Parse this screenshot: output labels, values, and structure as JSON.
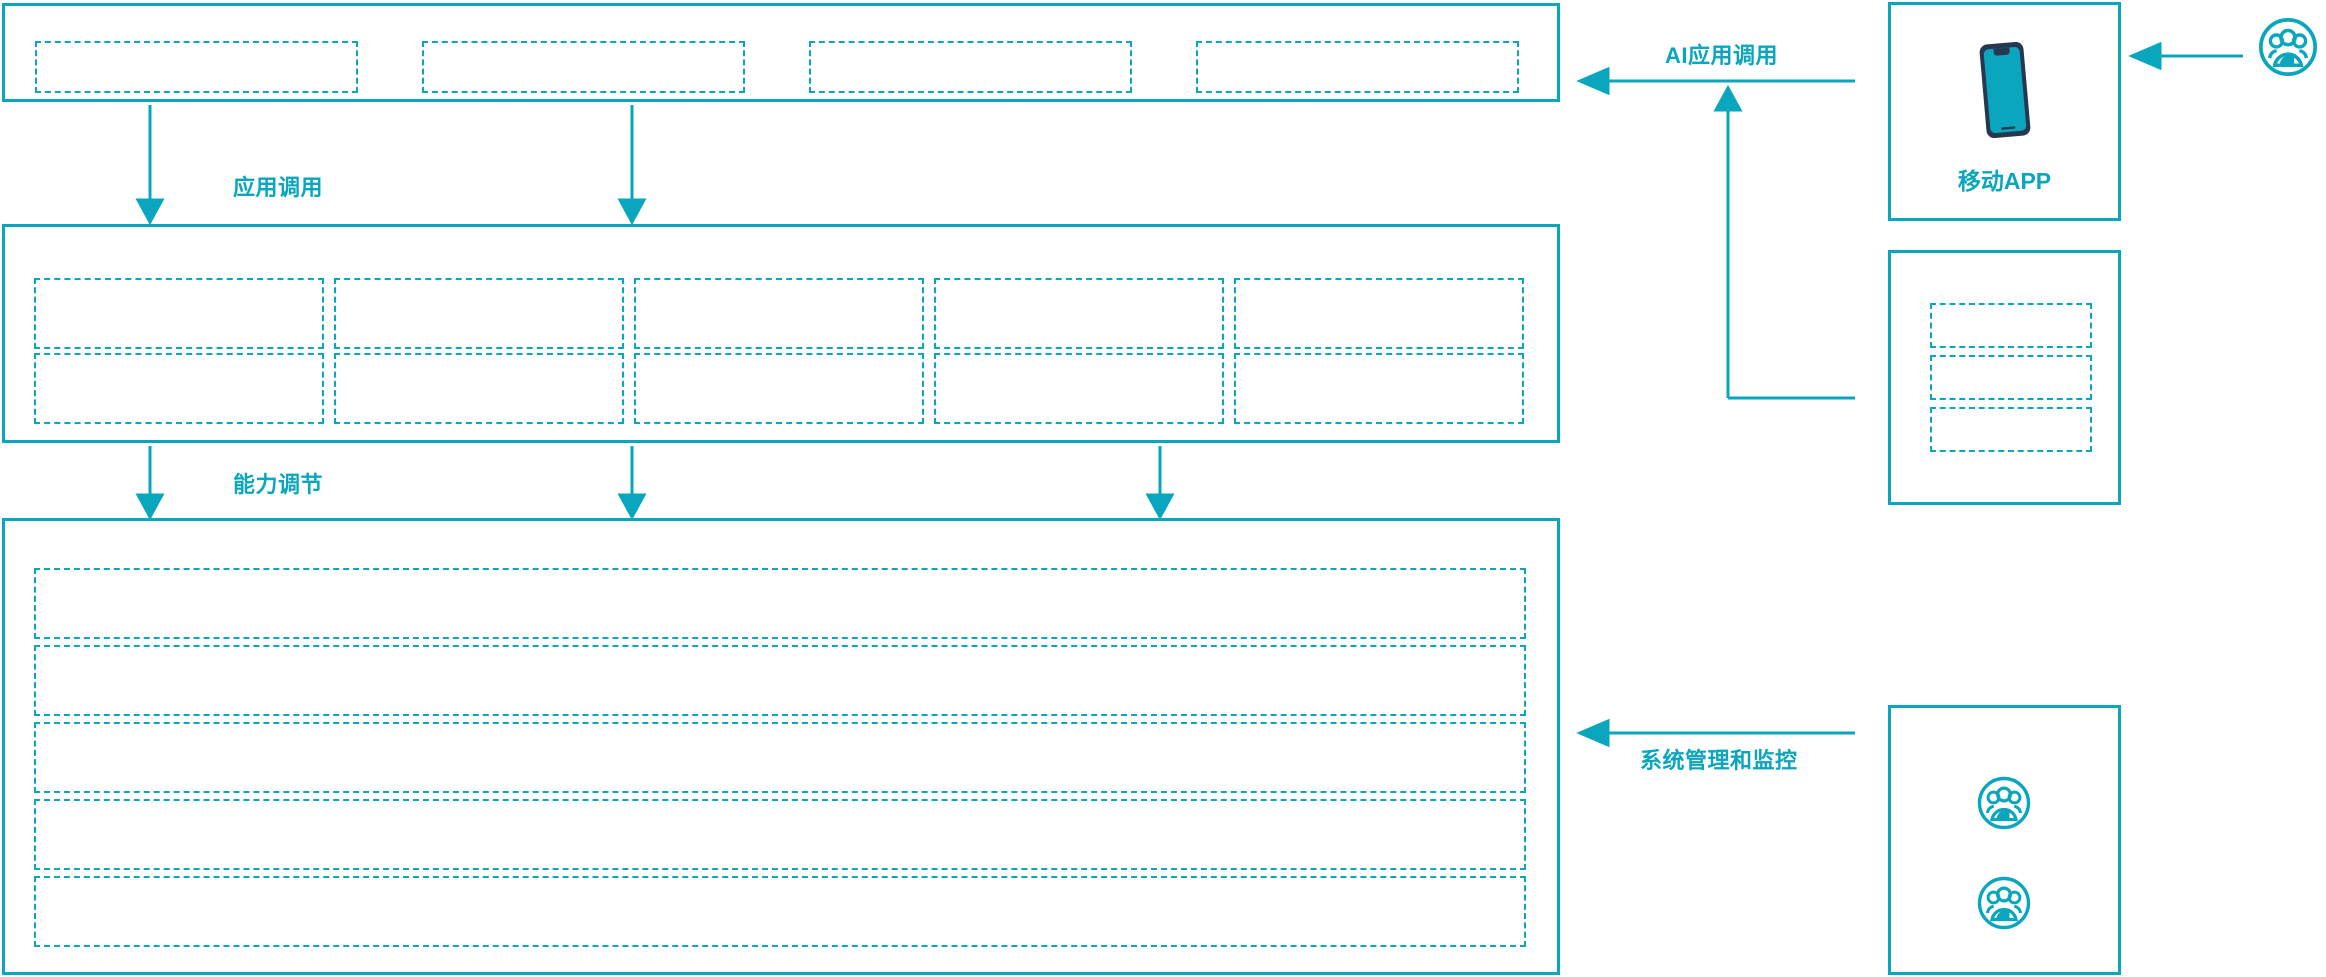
{
  "theme": {
    "accent": "#0aa6bd",
    "phone_frame": "#26384f",
    "phone_screen": "#0aa6bd",
    "background": "#ffffff"
  },
  "diagram": {
    "type": "layered-architecture",
    "orientation": "left-stack-with-right-actors"
  },
  "layers": [
    {
      "id": "application-layer",
      "name": "application-layer",
      "boxes": [
        {
          "label": ""
        },
        {
          "label": ""
        },
        {
          "label": ""
        },
        {
          "label": ""
        }
      ]
    },
    {
      "id": "capability-layer",
      "name": "capability-layer",
      "rows": [
        [
          {
            "label": ""
          },
          {
            "label": ""
          },
          {
            "label": ""
          },
          {
            "label": ""
          },
          {
            "label": ""
          }
        ],
        [
          {
            "label": ""
          },
          {
            "label": ""
          },
          {
            "label": ""
          },
          {
            "label": ""
          },
          {
            "label": ""
          }
        ]
      ]
    },
    {
      "id": "platform-layer",
      "name": "platform-layer",
      "bands": [
        {
          "label": ""
        },
        {
          "label": ""
        },
        {
          "label": ""
        },
        {
          "label": ""
        },
        {
          "label": ""
        }
      ]
    }
  ],
  "flows": [
    {
      "id": "app-invoke",
      "label": "应用调用",
      "direction": "down"
    },
    {
      "id": "capability-adjust",
      "label": "能力调节",
      "direction": "down"
    },
    {
      "id": "ai-app-invoke",
      "label": "AI应用调用",
      "direction": "left"
    },
    {
      "id": "system-admin-monitor",
      "label": "系统管理和监控",
      "direction": "left"
    }
  ],
  "right_panels": [
    {
      "id": "mobile-app-panel",
      "label": "移动APP",
      "icon": "smartphone-icon",
      "boxes": []
    },
    {
      "id": "channel-panel",
      "label": "",
      "icon": "",
      "boxes": [
        {
          "label": ""
        },
        {
          "label": ""
        },
        {
          "label": ""
        }
      ]
    },
    {
      "id": "operations-panel",
      "label": "",
      "icon": "users-group-icon",
      "boxes": [],
      "icons": [
        "users-group-icon",
        "users-group-icon"
      ]
    }
  ],
  "actors": [
    {
      "id": "external-user",
      "icon": "users-group-icon",
      "label": ""
    }
  ]
}
